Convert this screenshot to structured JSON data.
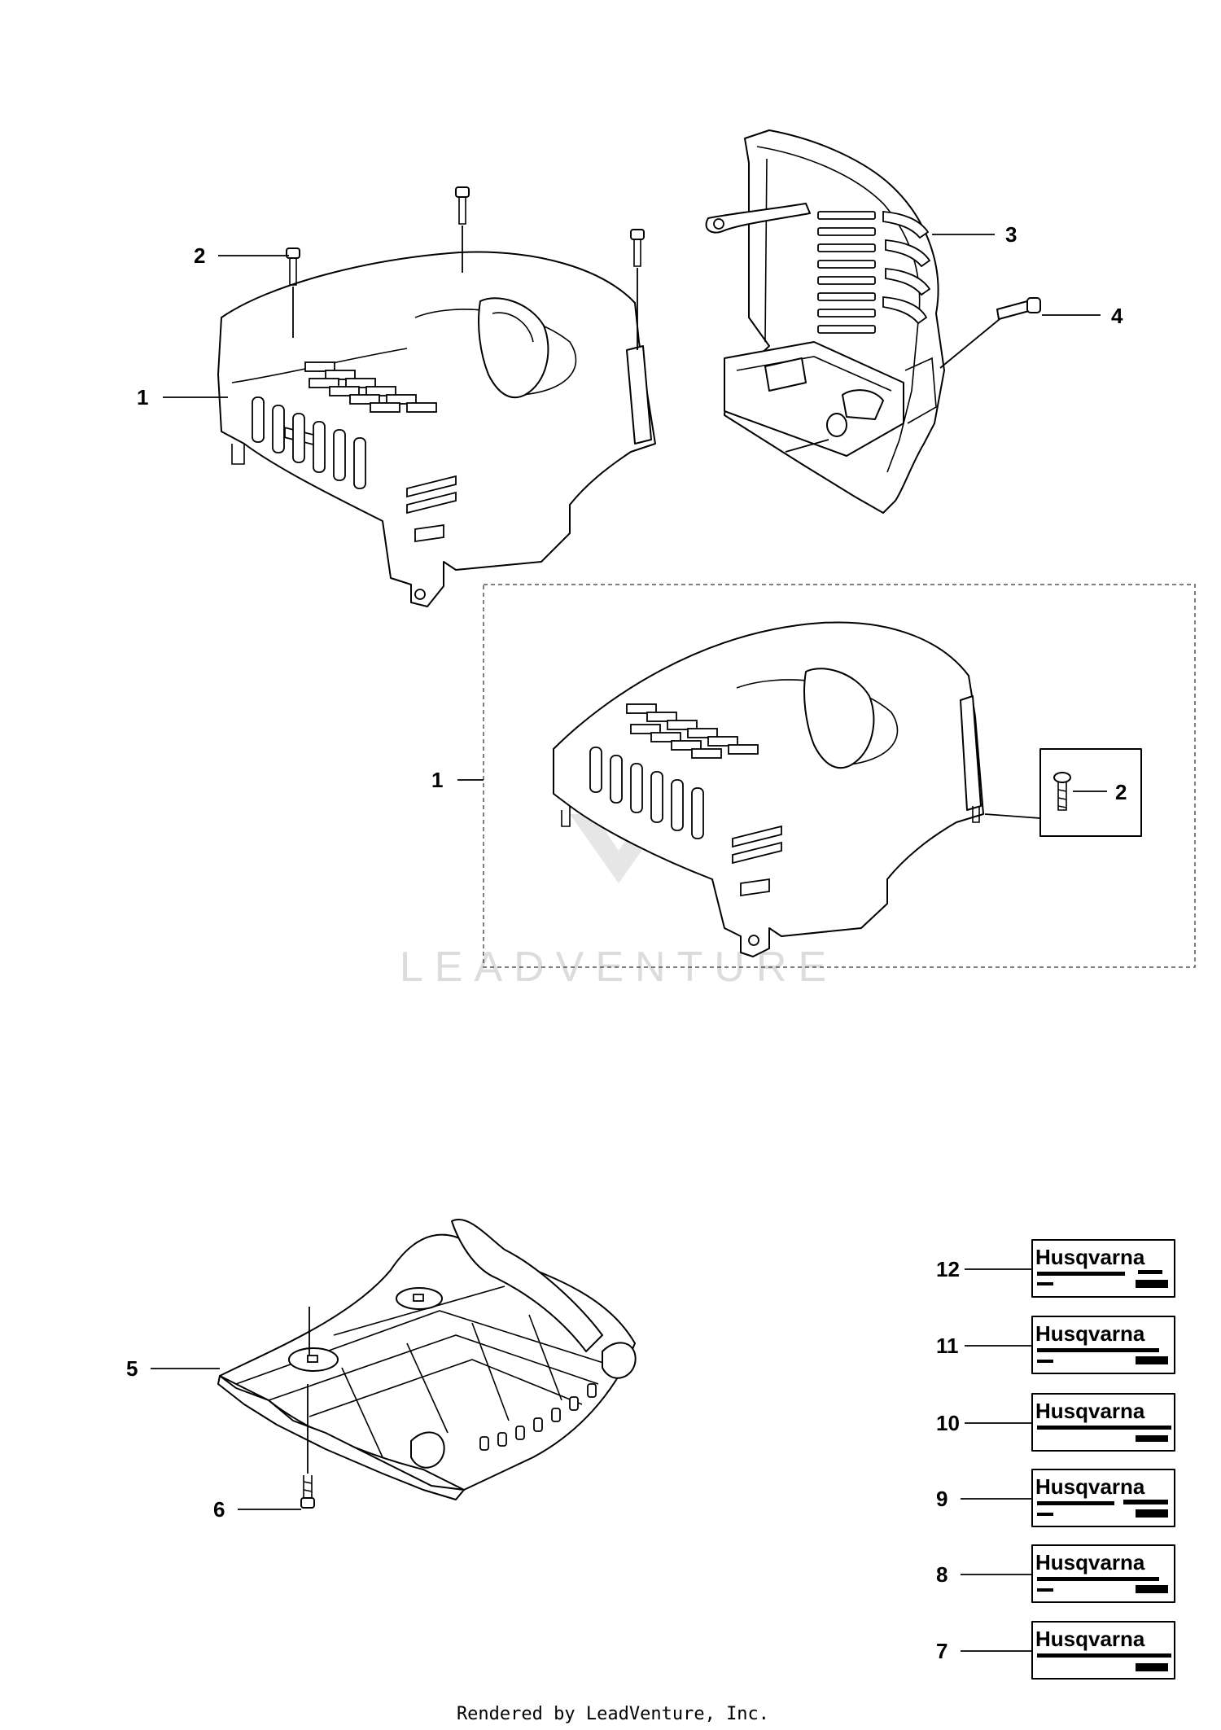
{
  "callouts": {
    "c1a": "1",
    "c2a": "2",
    "c3": "3",
    "c4": "4",
    "c1b": "1",
    "c2b": "2",
    "c5": "5",
    "c6": "6",
    "c12": "12",
    "c11": "11",
    "c10": "10",
    "c9": "9",
    "c8": "8",
    "c7": "7"
  },
  "decal_brand": "Husqvarna",
  "watermark": "LEADVENTURE",
  "footer": "Rendered by LeadVenture, Inc."
}
